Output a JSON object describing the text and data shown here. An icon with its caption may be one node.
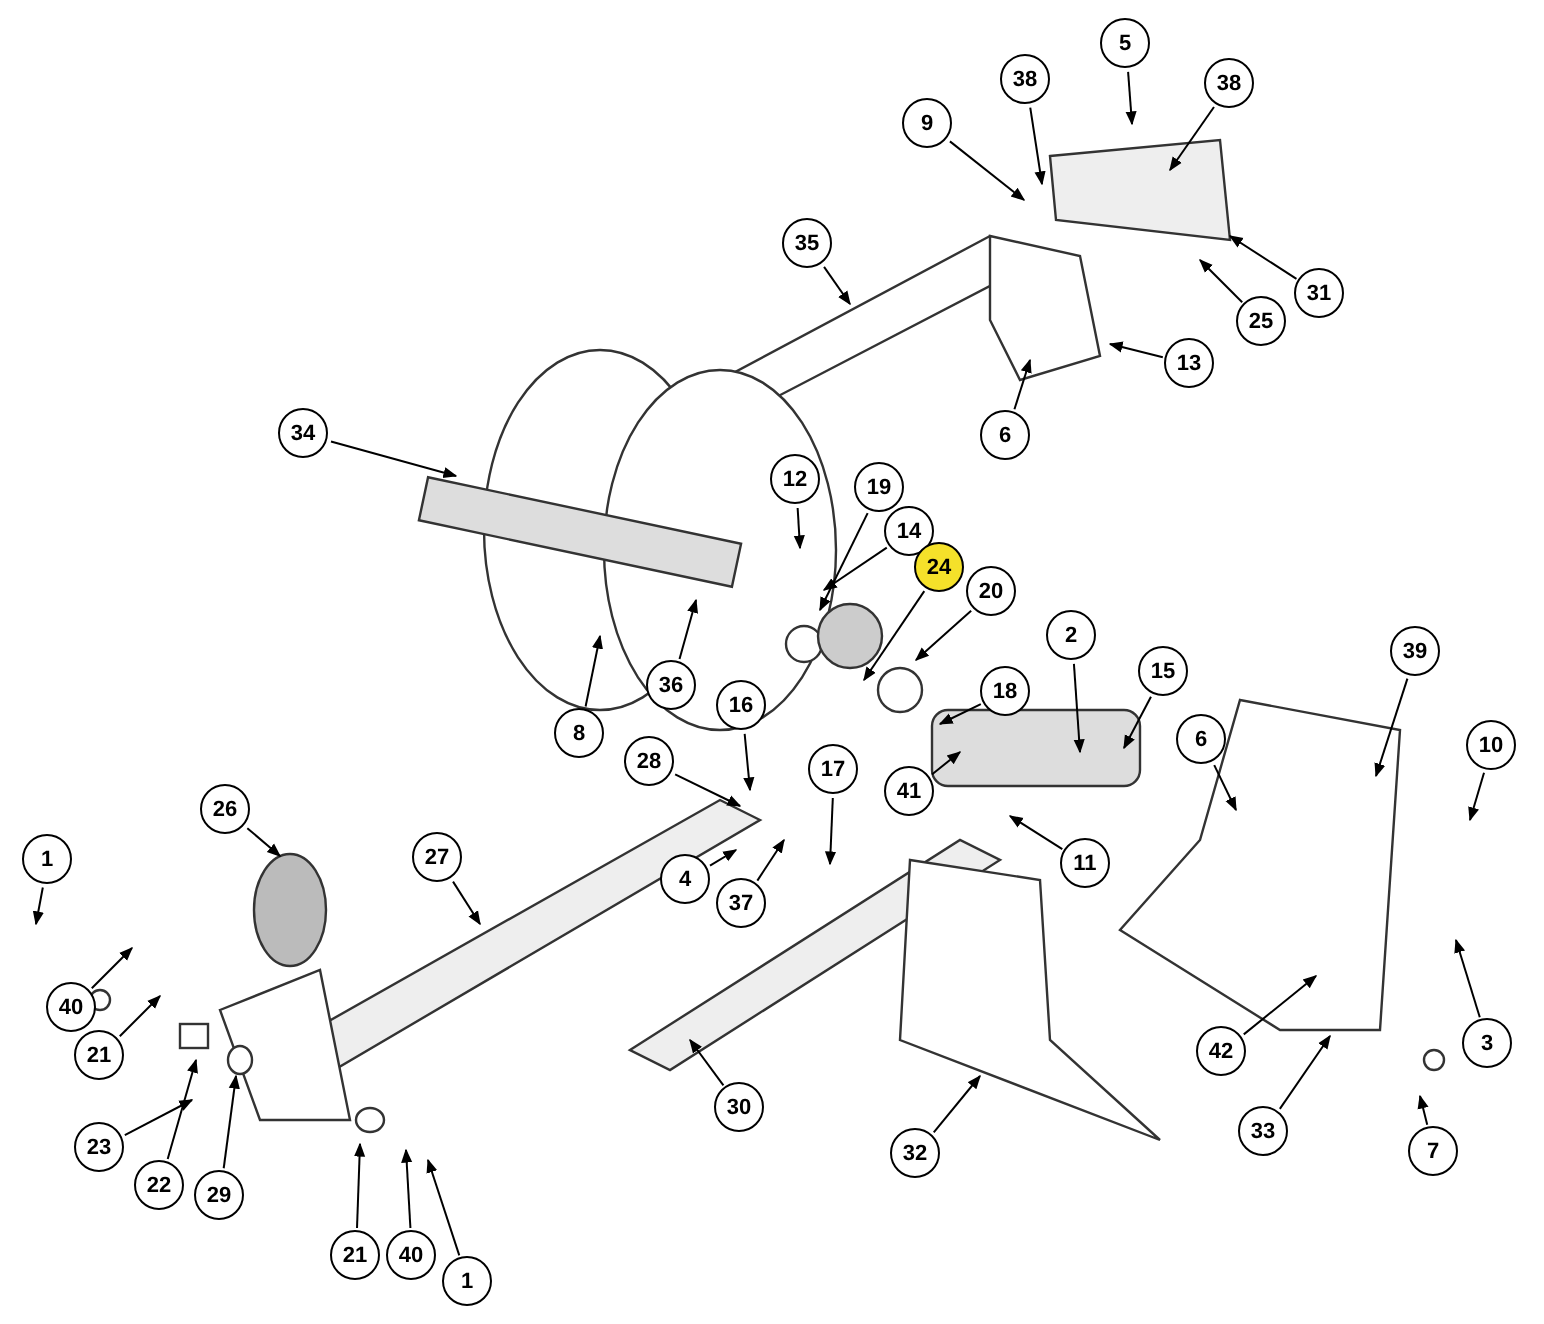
{
  "diagram": {
    "nodes": [
      {
        "text": [
          "5"
        ]
      },
      {
        "text": [
          "38"
        ]
      },
      {
        "text": [
          "38"
        ]
      },
      {
        "text": [
          "9"
        ]
      },
      {
        "text": [
          "35"
        ]
      },
      {
        "text": [
          "31"
        ]
      },
      {
        "text": [
          "25"
        ]
      },
      {
        "text": [
          "13"
        ]
      },
      {
        "text": [
          "34"
        ]
      },
      {
        "text": [
          "6"
        ]
      },
      {
        "text": [
          "19"
        ]
      },
      {
        "text": [
          "12"
        ]
      },
      {
        "text": [
          "14"
        ]
      },
      {
        "text": [
          "24"
        ]
      },
      {
        "text": [
          "20"
        ]
      },
      {
        "text": [
          "2"
        ]
      },
      {
        "text": [
          "39"
        ]
      },
      {
        "text": [
          "18"
        ]
      },
      {
        "text": [
          "15"
        ]
      },
      {
        "text": [
          "36"
        ]
      },
      {
        "text": [
          "16"
        ]
      },
      {
        "text": [
          "8"
        ]
      },
      {
        "text": [
          "6"
        ]
      },
      {
        "text": [
          "10"
        ]
      },
      {
        "text": [
          "28"
        ]
      },
      {
        "text": [
          "17"
        ]
      },
      {
        "text": [
          "41"
        ]
      },
      {
        "text": [
          "26"
        ]
      },
      {
        "text": [
          "1"
        ]
      },
      {
        "text": [
          "27"
        ]
      },
      {
        "text": [
          "11"
        ]
      },
      {
        "text": [
          "4"
        ]
      },
      {
        "text": [
          "37"
        ]
      },
      {
        "text": [
          "40"
        ]
      },
      {
        "text": [
          "21"
        ]
      },
      {
        "text": [
          "3"
        ]
      },
      {
        "text": [
          "42"
        ]
      },
      {
        "text": [
          "23"
        ]
      },
      {
        "text": [
          "30"
        ]
      },
      {
        "text": [
          "33"
        ]
      },
      {
        "text": [
          "32"
        ]
      },
      {
        "text": [
          "7"
        ]
      },
      {
        "text": [
          "22"
        ]
      },
      {
        "text": [
          "29"
        ]
      },
      {
        "text": [
          "21"
        ]
      },
      {
        "text": [
          "40"
        ]
      },
      {
        "text": [
          "1"
        ]
      }
    ],
    "edges": [
      {
        "from": 0,
        "to": null,
        "arrow": "to"
      },
      {
        "from": 1,
        "to": null,
        "arrow": "to"
      },
      {
        "from": 2,
        "to": null,
        "arrow": "to"
      },
      {
        "from": 3,
        "to": null,
        "arrow": "to"
      },
      {
        "from": 4,
        "to": null,
        "arrow": "to"
      },
      {
        "from": 5,
        "to": null,
        "arrow": "to"
      },
      {
        "from": 6,
        "to": null,
        "arrow": "to"
      },
      {
        "from": 7,
        "to": null,
        "arrow": "to"
      },
      {
        "from": 8,
        "to": null,
        "arrow": "to"
      },
      {
        "from": 9,
        "to": null,
        "arrow": "to"
      },
      {
        "from": 10,
        "to": null,
        "arrow": "to"
      },
      {
        "from": 11,
        "to": null,
        "arrow": "to"
      },
      {
        "from": 12,
        "to": null,
        "arrow": "to"
      },
      {
        "from": 13,
        "to": null,
        "arrow": "to"
      },
      {
        "from": 14,
        "to": null,
        "arrow": "to"
      },
      {
        "from": 15,
        "to": null,
        "arrow": "to"
      },
      {
        "from": 16,
        "to": null,
        "arrow": "to"
      },
      {
        "from": 17,
        "to": null,
        "arrow": "to"
      },
      {
        "from": 18,
        "to": null,
        "arrow": "to"
      },
      {
        "from": 19,
        "to": null,
        "arrow": "to"
      },
      {
        "from": 20,
        "to": null,
        "arrow": "to"
      },
      {
        "from": 21,
        "to": null,
        "arrow": "to"
      },
      {
        "from": 22,
        "to": null,
        "arrow": "to"
      },
      {
        "from": 23,
        "to": null,
        "arrow": "to"
      },
      {
        "from": 24,
        "to": null,
        "arrow": "to"
      },
      {
        "from": 25,
        "to": null,
        "arrow": "to"
      },
      {
        "from": 26,
        "to": null,
        "arrow": "to"
      },
      {
        "from": 27,
        "to": null,
        "arrow": "to"
      },
      {
        "from": 28,
        "to": null,
        "arrow": "to"
      },
      {
        "from": 29,
        "to": null,
        "arrow": "to"
      },
      {
        "from": 30,
        "to": null,
        "arrow": "to"
      },
      {
        "from": 31,
        "to": null,
        "arrow": "to"
      },
      {
        "from": 32,
        "to": null,
        "arrow": "to"
      },
      {
        "from": 33,
        "to": null,
        "arrow": "to"
      },
      {
        "from": 34,
        "to": null,
        "arrow": "to"
      },
      {
        "from": 35,
        "to": null,
        "arrow": "to"
      },
      {
        "from": 36,
        "to": null,
        "arrow": "to"
      },
      {
        "from": 37,
        "to": null,
        "arrow": "to"
      },
      {
        "from": 38,
        "to": null,
        "arrow": "to"
      },
      {
        "from": 39,
        "to": null,
        "arrow": "to"
      },
      {
        "from": 40,
        "to": null,
        "arrow": "to"
      },
      {
        "from": 41,
        "to": null,
        "arrow": "to"
      },
      {
        "from": 42,
        "to": null,
        "arrow": "to"
      },
      {
        "from": 43,
        "to": null,
        "arrow": "to"
      },
      {
        "from": 44,
        "to": null,
        "arrow": "to"
      },
      {
        "from": 45,
        "to": null,
        "arrow": "to"
      },
      {
        "from": 46,
        "to": null,
        "arrow": "to"
      }
    ]
  }
}
